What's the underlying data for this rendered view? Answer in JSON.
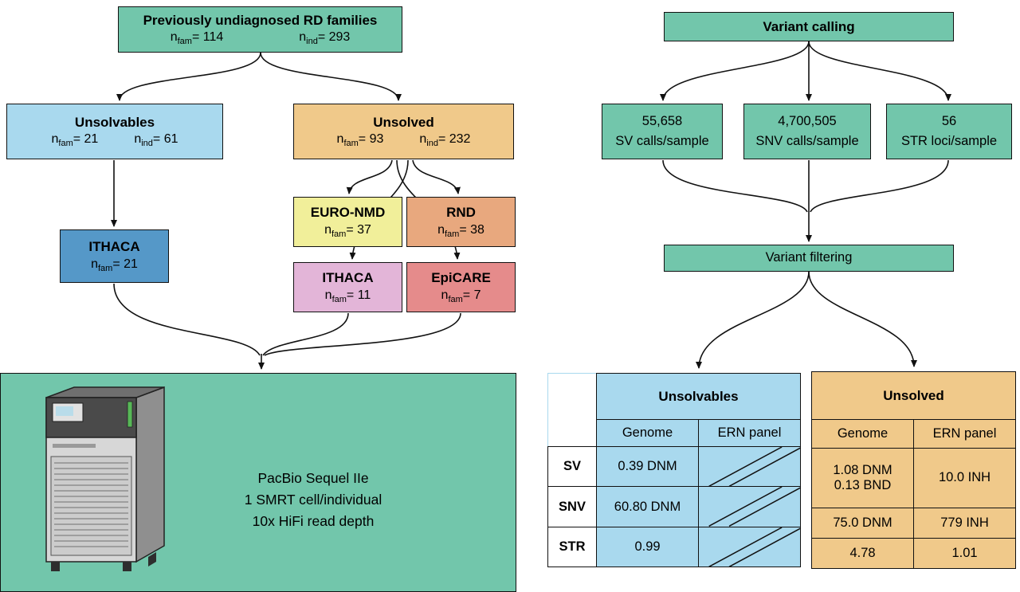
{
  "colors": {
    "teal": "#72c6ab",
    "light_blue": "#a9d9ee",
    "steel_blue": "#5598c8",
    "tan": "#f0c98a",
    "yellow": "#f1ef9a",
    "salmon": "#e8a87e",
    "pink": "#e3b5d8",
    "red": "#e58b8b"
  },
  "flow": {
    "top": {
      "title": "Previously undiagnosed RD families",
      "stats": [
        {
          "prefix": "n",
          "sub": "fam",
          "rest": "= 114"
        },
        {
          "prefix": "n",
          "sub": "ind",
          "rest": "= 293"
        }
      ]
    },
    "unsolvables": {
      "title": "Unsolvables",
      "stats": [
        {
          "prefix": "n",
          "sub": "fam",
          "rest": "= 21"
        },
        {
          "prefix": "n",
          "sub": "ind",
          "rest": "= 61"
        }
      ]
    },
    "unsolved": {
      "title": "Unsolved",
      "stats": [
        {
          "prefix": "n",
          "sub": "fam",
          "rest": "= 93"
        },
        {
          "prefix": "n",
          "sub": "ind",
          "rest": "= 232"
        }
      ]
    },
    "ithaca_unsolvables": {
      "title": "ITHACA",
      "stats": [
        {
          "prefix": "n",
          "sub": "fam",
          "rest": "= 21"
        }
      ]
    },
    "euro_nmd": {
      "title": "EURO-NMD",
      "stats": [
        {
          "prefix": "n",
          "sub": "fam",
          "rest": "= 37"
        }
      ]
    },
    "rnd": {
      "title": "RND",
      "stats": [
        {
          "prefix": "n",
          "sub": "fam",
          "rest": "= 38"
        }
      ]
    },
    "ithaca_unsolved": {
      "title": "ITHACA",
      "stats": [
        {
          "prefix": "n",
          "sub": "fam",
          "rest": "= 11"
        }
      ]
    },
    "epicare": {
      "title": "EpiCARE",
      "stats": [
        {
          "prefix": "n",
          "sub": "fam",
          "rest": "= 7"
        }
      ]
    },
    "sequencing": {
      "lines": [
        "PacBio Sequel IIe",
        "1 SMRT cell/individual",
        "10x HiFi read depth"
      ]
    }
  },
  "pipeline": {
    "variant_calling": "Variant calling",
    "calls": [
      {
        "value": "55,658",
        "label": "SV calls/sample"
      },
      {
        "value": "4,700,505",
        "label": "SNV calls/sample"
      },
      {
        "value": "56",
        "label": "STR loci/sample"
      }
    ],
    "variant_filtering": "Variant filtering"
  },
  "tables": {
    "row_labels": [
      "SV",
      "SNV",
      "STR"
    ],
    "columns": [
      "Genome",
      "ERN panel"
    ],
    "unsolvables": {
      "title": "Unsolvables",
      "ern_na_marker": "diagonal-slash",
      "rows": [
        {
          "genome": "0.39 DNM"
        },
        {
          "genome": "60.80 DNM"
        },
        {
          "genome": "0.99"
        }
      ]
    },
    "unsolved": {
      "title": "Unsolved",
      "rows": [
        {
          "genome": "1.08 DNM\n0.13 BND",
          "ern": "10.0 INH"
        },
        {
          "genome": "75.0 DNM",
          "ern": "779 INH"
        },
        {
          "genome": "4.78",
          "ern": "1.01"
        }
      ]
    }
  }
}
